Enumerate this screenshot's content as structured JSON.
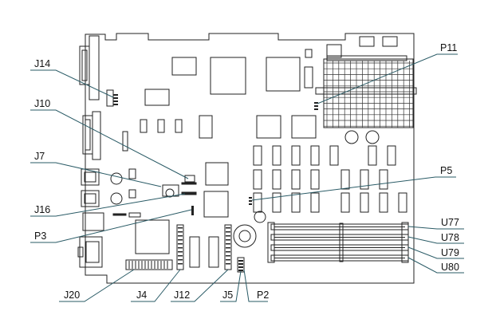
{
  "labels": {
    "J14": "J14",
    "J10": "J10",
    "J7": "J7",
    "J16": "J16",
    "P3": "P3",
    "J20": "J20",
    "J4": "J4",
    "J12": "J12",
    "J5": "J5",
    "P2": "P2",
    "P11": "P11",
    "P5": "P5",
    "U77": "U77",
    "U78": "U78",
    "U79": "U79",
    "U80": "U80"
  },
  "colors": {
    "outline": "#222222",
    "leader": "#2a5b66",
    "grid": "#333333"
  }
}
